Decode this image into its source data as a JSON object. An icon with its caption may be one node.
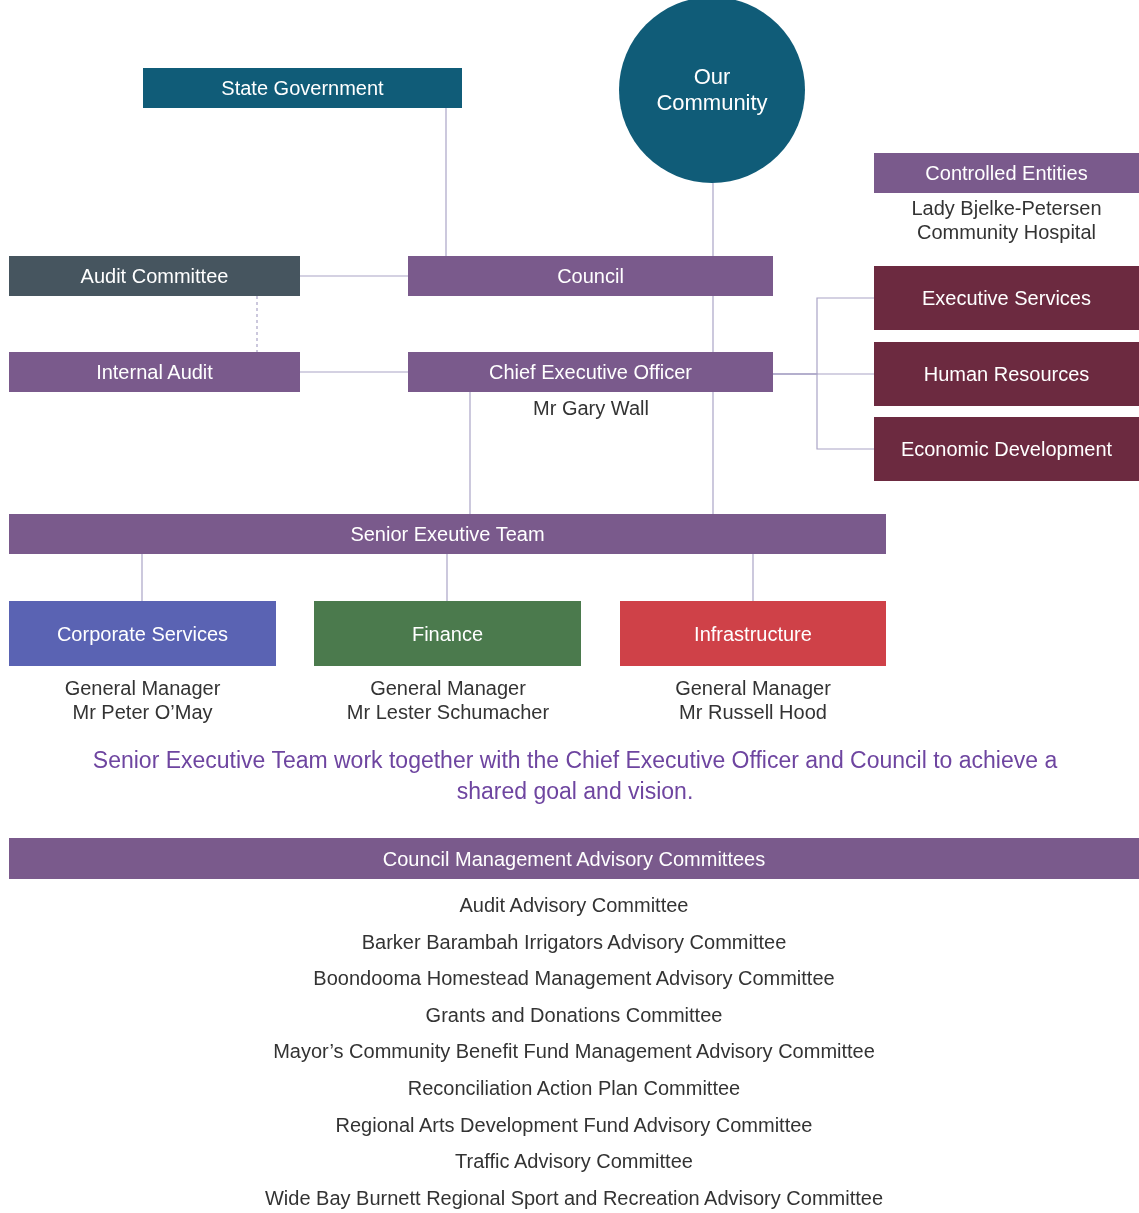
{
  "diagram": {
    "nodes": [
      {
        "text": [
          "State Government"
        ]
      },
      {
        "text": [
          "Our Community"
        ]
      },
      {
        "text": [
          "Controlled Entities"
        ],
        "beside": [
          "Lady Bjelke-Petersen Community Hospital"
        ]
      },
      {
        "text": [
          "Audit Committee"
        ]
      },
      {
        "text": [
          "Council"
        ]
      },
      {
        "text": [
          "Executive Services"
        ]
      },
      {
        "text": [
          "Internal Audit"
        ]
      },
      {
        "text": [
          "Chief Executive Officer"
        ],
        "beside": [
          "Mr Gary Wall"
        ]
      },
      {
        "text": [
          "Human Resources"
        ]
      },
      {
        "text": [
          "Economic Development"
        ]
      },
      {
        "text": [
          "Senior Exeutive Team"
        ]
      },
      {
        "text": [
          "Corporate Services"
        ],
        "beside": [
          "General Manager",
          "Mr Peter O’May"
        ]
      },
      {
        "text": [
          "Finance"
        ],
        "beside": [
          "General Manager",
          "Mr Lester Schumacher"
        ]
      },
      {
        "text": [
          "Infrastructure"
        ],
        "beside": [
          "General Manager",
          "Mr Russell Hood"
        ]
      },
      {
        "text": [
          "Council Management Advisory Committees"
        ]
      }
    ],
    "edges": [
      {
        "from": 0,
        "to": 4,
        "arrow": "none"
      },
      {
        "from": 1,
        "to": 4,
        "arrow": "none"
      },
      {
        "from": 3,
        "to": 4,
        "arrow": "none"
      },
      {
        "from": 3,
        "to": 6,
        "arrow": "none",
        "style": "dashed"
      },
      {
        "from": 6,
        "to": 7,
        "arrow": "none"
      },
      {
        "from": 4,
        "to": 7,
        "arrow": "none"
      },
      {
        "from": 7,
        "to": 10,
        "arrow": "none"
      },
      {
        "from": 7,
        "to": 10,
        "arrow": "none"
      },
      {
        "from": 7,
        "to": 5,
        "arrow": "none"
      },
      {
        "from": 7,
        "to": 8,
        "arrow": "none"
      },
      {
        "from": 7,
        "to": 9,
        "arrow": "none"
      },
      {
        "from": 10,
        "to": 11,
        "arrow": "none"
      },
      {
        "from": 10,
        "to": 12,
        "arrow": "none"
      },
      {
        "from": 10,
        "to": 13,
        "arrow": "none"
      }
    ],
    "labels": [
      "Senior Executive Team work together with the Chief Executive Officer and Council to achieve a shared goal and vision.",
      "Audit Advisory Committee",
      "Barker Barambah Irrigators Advisory Committee",
      "Boondooma Homestead Management Advisory Committee",
      "Grants and Donations Committee",
      "Mayor’s Community Benefit Fund Management Advisory Committee",
      "Reconciliation Action Plan Committee",
      "Regional Arts Development Fund Advisory Committee",
      "Traffic Advisory Committee",
      "Wide Bay Burnett Regional Sport and Recreation Advisory Committee"
    ]
  }
}
